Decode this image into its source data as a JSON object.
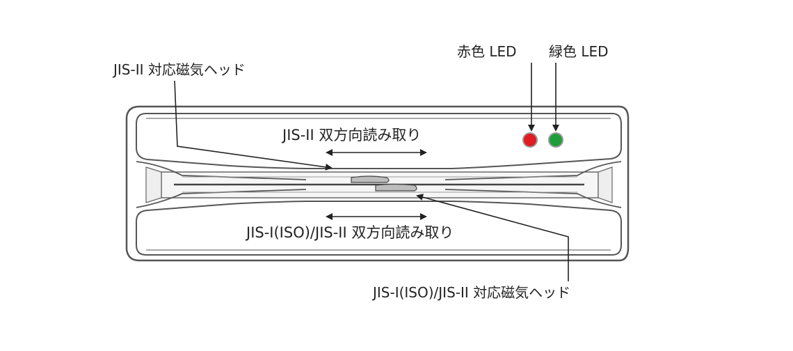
{
  "labels": {
    "red_led": "赤色 LED",
    "green_led": "緑色 LED",
    "top_head": "JIS-II 対応磁気ヘッド",
    "top_read": "JIS-II 双方向読み取り",
    "bottom_read": "JIS-I(ISO)/JIS-II 双方向読み取り",
    "bottom_head": "JIS-I(ISO)/JIS-II 対応磁気ヘッド"
  },
  "colors": {
    "outline": "#555555",
    "red_led": "#e11b22",
    "green_led": "#1f9d3a"
  }
}
